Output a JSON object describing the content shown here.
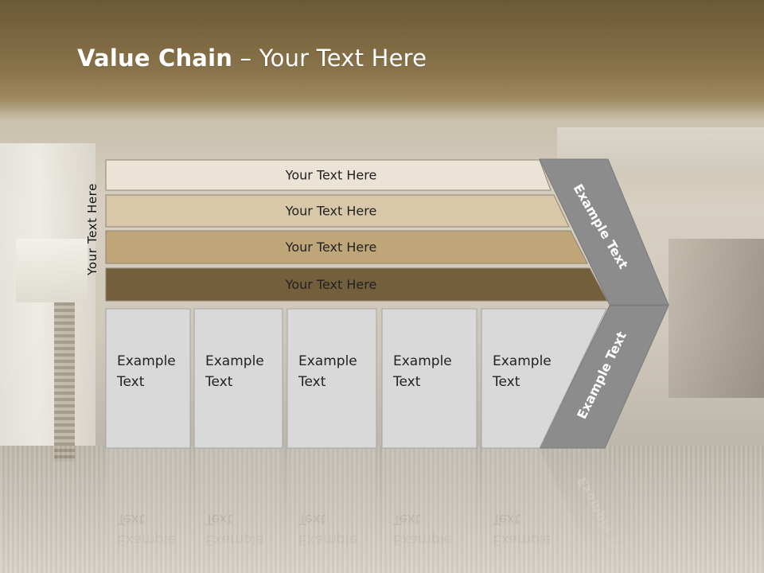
{
  "title": {
    "bold": "Value Chain",
    "rest": " – Your Text Here"
  },
  "side_label": "Your Text Here",
  "rows": [
    {
      "label": "Your Text Here",
      "color": "#ebe3d6"
    },
    {
      "label": "Your Text Here",
      "color": "#d8c8a9"
    },
    {
      "label": "Your Text Here",
      "color": "#bfa679"
    },
    {
      "label": "Your Text Here",
      "color": "#735f3b"
    }
  ],
  "boxes": [
    {
      "line1": "Example",
      "line2": "Text"
    },
    {
      "line1": "Example",
      "line2": "Text"
    },
    {
      "line1": "Example",
      "line2": "Text"
    },
    {
      "line1": "Example",
      "line2": "Text"
    },
    {
      "line1": "Example",
      "line2": "Text"
    }
  ],
  "chevron": {
    "top_label": "Example Text",
    "bottom_label": "Example Text",
    "color": "#8c8c8c"
  },
  "colors": {
    "box_fill": "#d9d9d9",
    "box_border": "#a5a5a5"
  }
}
